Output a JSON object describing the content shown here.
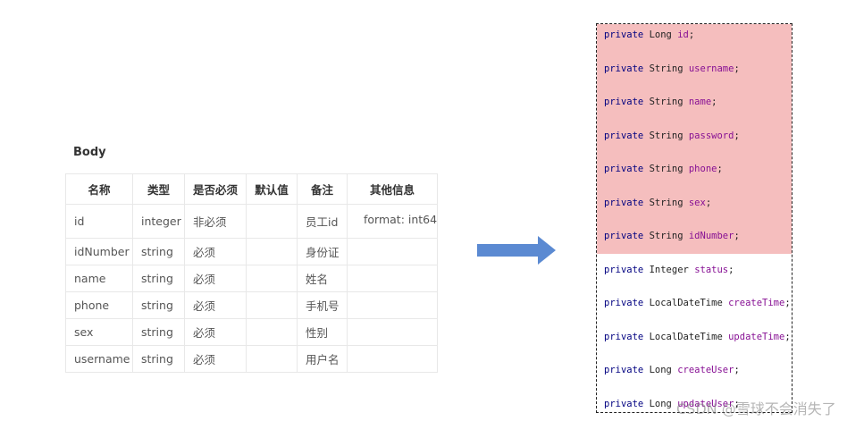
{
  "body_title": "Body",
  "table": {
    "headers": [
      "名称",
      "类型",
      "是否必须",
      "默认值",
      "备注",
      "其他信息"
    ],
    "rows": [
      [
        "id",
        "integer",
        "非必须",
        "",
        "员工id",
        "format: int64"
      ],
      [
        "idNumber",
        "string",
        "必须",
        "",
        "身份证",
        ""
      ],
      [
        "name",
        "string",
        "必须",
        "",
        "姓名",
        ""
      ],
      [
        "phone",
        "string",
        "必须",
        "",
        "手机号",
        ""
      ],
      [
        "sex",
        "string",
        "必须",
        "",
        "性别",
        ""
      ],
      [
        "username",
        "string",
        "必须",
        "",
        "用户名",
        ""
      ]
    ]
  },
  "code": {
    "highlighted_count": 7,
    "lines": [
      {
        "modifier": "private",
        "type": "Long",
        "field": "id"
      },
      {
        "modifier": "private",
        "type": "String",
        "field": "username"
      },
      {
        "modifier": "private",
        "type": "String",
        "field": "name"
      },
      {
        "modifier": "private",
        "type": "String",
        "field": "password"
      },
      {
        "modifier": "private",
        "type": "String",
        "field": "phone"
      },
      {
        "modifier": "private",
        "type": "String",
        "field": "sex"
      },
      {
        "modifier": "private",
        "type": "String",
        "field": "idNumber"
      },
      {
        "modifier": "private",
        "type": "Integer",
        "field": "status"
      },
      {
        "modifier": "private",
        "type": "LocalDateTime",
        "field": "createTime"
      },
      {
        "modifier": "private",
        "type": "LocalDateTime",
        "field": "updateTime"
      },
      {
        "modifier": "private",
        "type": "Long",
        "field": "createUser"
      },
      {
        "modifier": "private",
        "type": "Long",
        "field": "updateUser"
      }
    ]
  },
  "watermark": "CSDN @雪球不会消失了",
  "colors": {
    "highlight": "#f5bebe",
    "arrow": "#5b8ad2",
    "keyword": "#000080",
    "field": "#871094"
  },
  "icons": {
    "arrow": "arrow-right-icon"
  }
}
